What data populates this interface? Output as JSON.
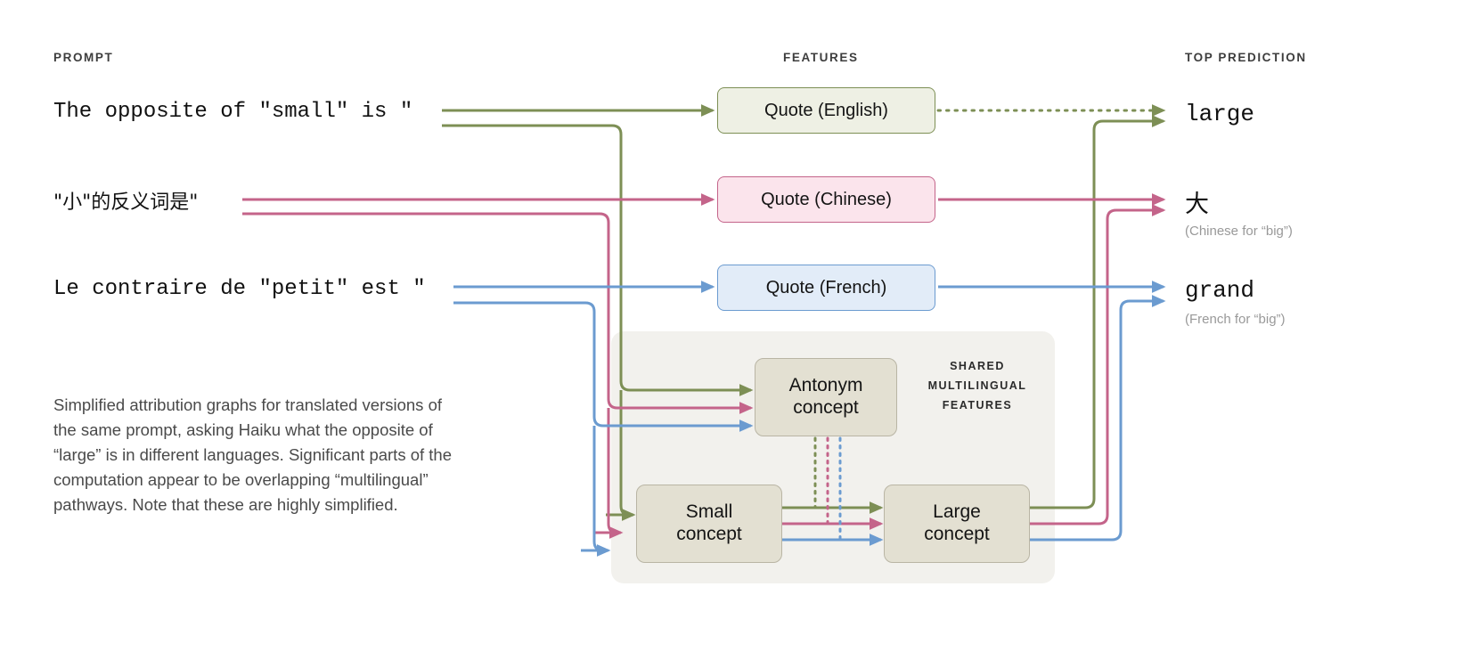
{
  "headers": {
    "prompt": "PROMPT",
    "features": "FEATURES",
    "top_prediction": "TOP PREDICTION"
  },
  "prompts": [
    {
      "id": "english",
      "text": "The opposite of \"small\" is \"",
      "color": "#7d8f55"
    },
    {
      "id": "chinese",
      "text": "\"小\"的反义词是\"",
      "color": "#c4648a"
    },
    {
      "id": "french",
      "text": "Le contraire de \"petit\" est \"",
      "color": "#6b9bd0"
    }
  ],
  "features": [
    {
      "id": "quote-english",
      "label": "Quote (English)",
      "border": "#7d8f55",
      "fill": "#eef0e4"
    },
    {
      "id": "quote-chinese",
      "label": "Quote (Chinese)",
      "border": "#c4648a",
      "fill": "#fbe4ec"
    },
    {
      "id": "quote-french",
      "label": "Quote (French)",
      "border": "#6b9bd0",
      "fill": "#e2ecf8"
    }
  ],
  "shared": {
    "label_line1": "SHARED",
    "label_line2": "MULTILINGUAL",
    "label_line3": "FEATURES",
    "concepts": [
      {
        "id": "antonym",
        "line1": "Antonym",
        "line2": "concept"
      },
      {
        "id": "small",
        "line1": "Small",
        "line2": "concept"
      },
      {
        "id": "large",
        "line1": "Large",
        "line2": "concept"
      }
    ],
    "panel_fill": "#f2f1ed",
    "concept_fill": "#e3e0d2",
    "concept_border": "#b9b5a4"
  },
  "predictions": [
    {
      "id": "large",
      "text": "large",
      "sub": ""
    },
    {
      "id": "da",
      "text": "大",
      "sub": "(Chinese for “big”)"
    },
    {
      "id": "grand",
      "text": "grand",
      "sub": "(French for “big”)"
    }
  ],
  "caption": "Simplified attribution graphs for translated versions of the same prompt, asking Haiku what the opposite of “large” is in different languages. Significant parts of the computation appear to be overlapping “multilingual” pathways. Note that these are highly simplified.",
  "colors": {
    "green": "#7d8f55",
    "pink": "#c4648a",
    "blue": "#6b9bd0",
    "background": "#ffffff",
    "caption_text": "#4a4a4a",
    "subtext": "#999999"
  }
}
